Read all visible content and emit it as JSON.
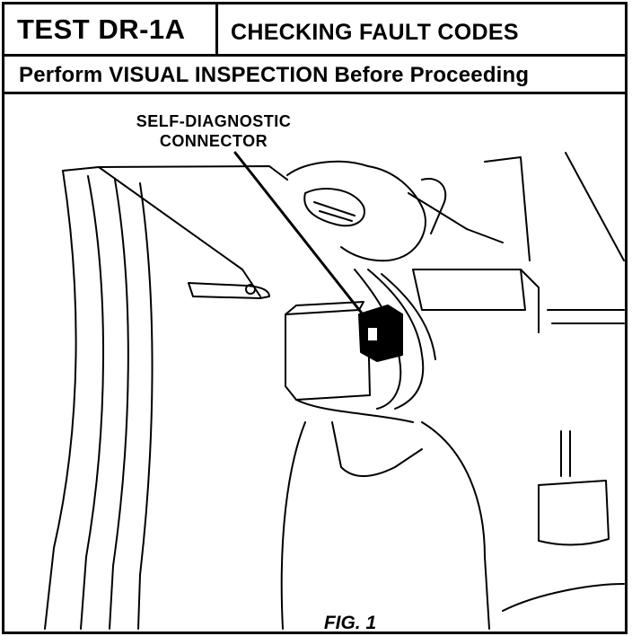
{
  "header": {
    "test_id": "TEST DR-1A",
    "test_title": "CHECKING FAULT CODES",
    "instruction": "Perform VISUAL INSPECTION Before Proceeding"
  },
  "diagram": {
    "callout_line1": "SELF-DIAGNOSTIC",
    "callout_line2": "CONNECTOR",
    "caption": "FIG. 1"
  }
}
